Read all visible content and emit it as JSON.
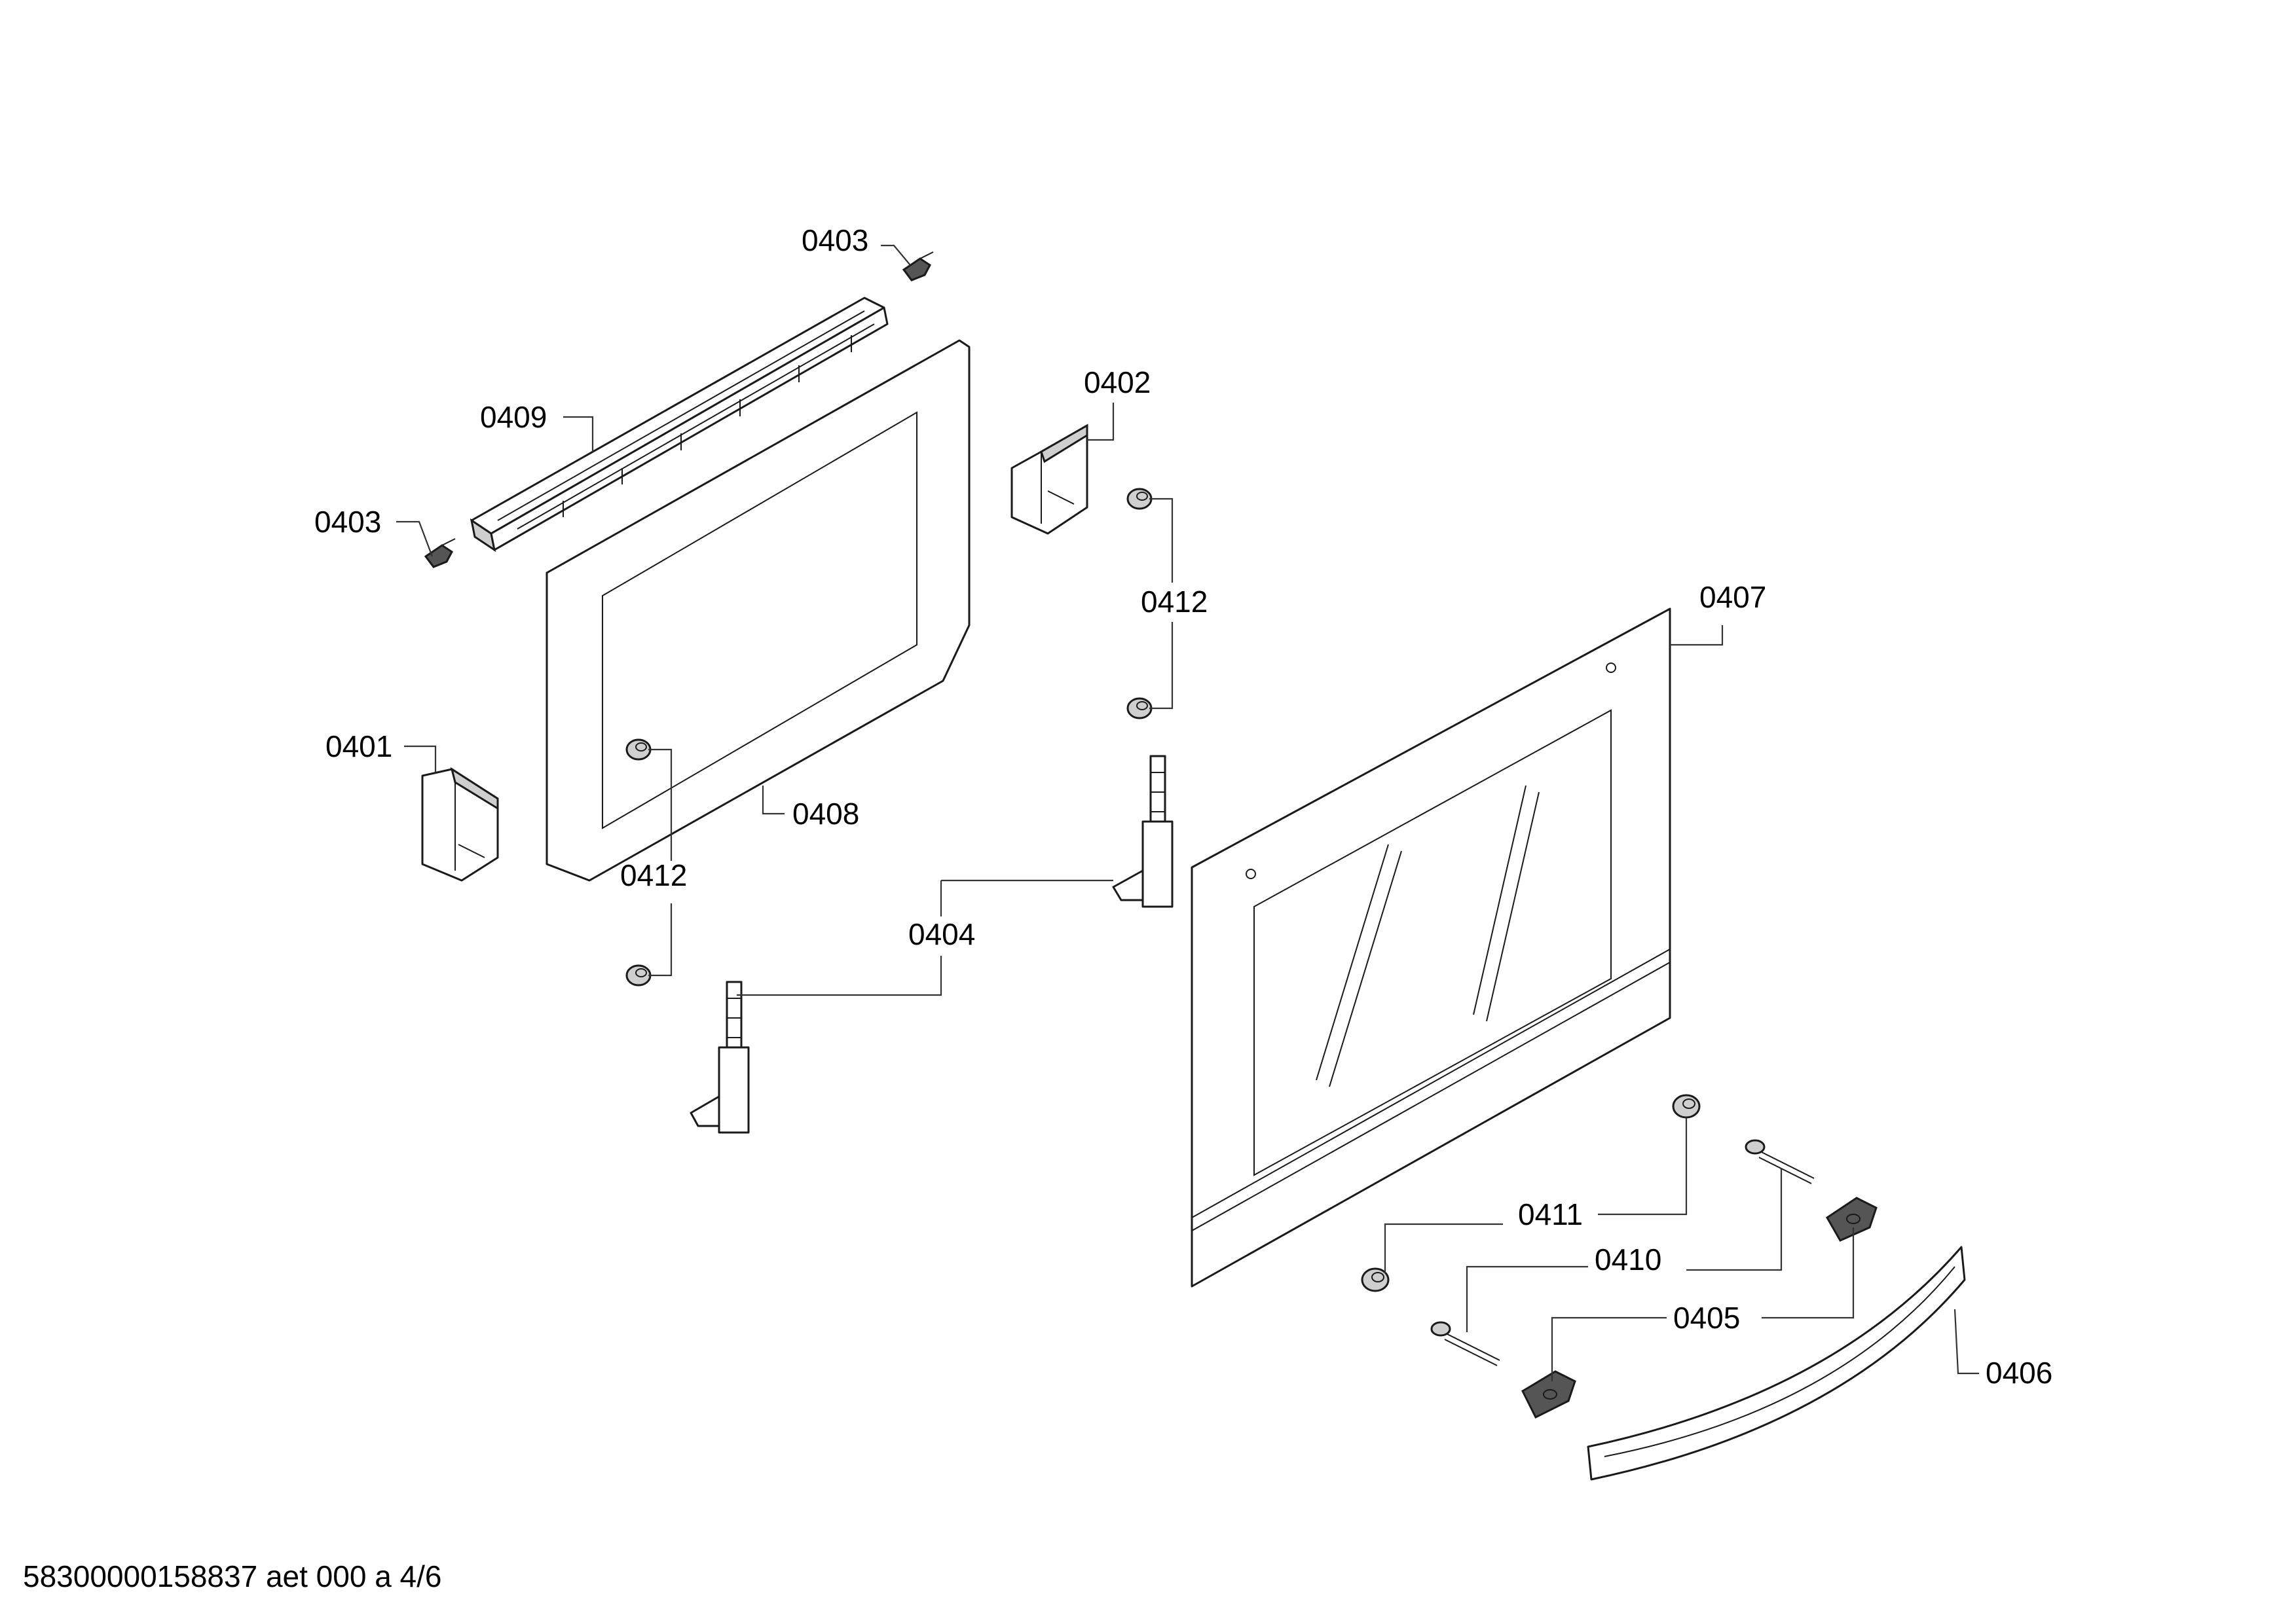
{
  "labels": {
    "p0401": "0401",
    "p0402": "0402",
    "p0403": "0403",
    "p0404": "0404",
    "p0405": "0405",
    "p0406": "0406",
    "p0407": "0407",
    "p0408": "0408",
    "p0409": "0409",
    "p0410": "0410",
    "p0411": "0411",
    "p0412": "0412"
  },
  "footer": "58300000158837 aet 000 a 4/6"
}
